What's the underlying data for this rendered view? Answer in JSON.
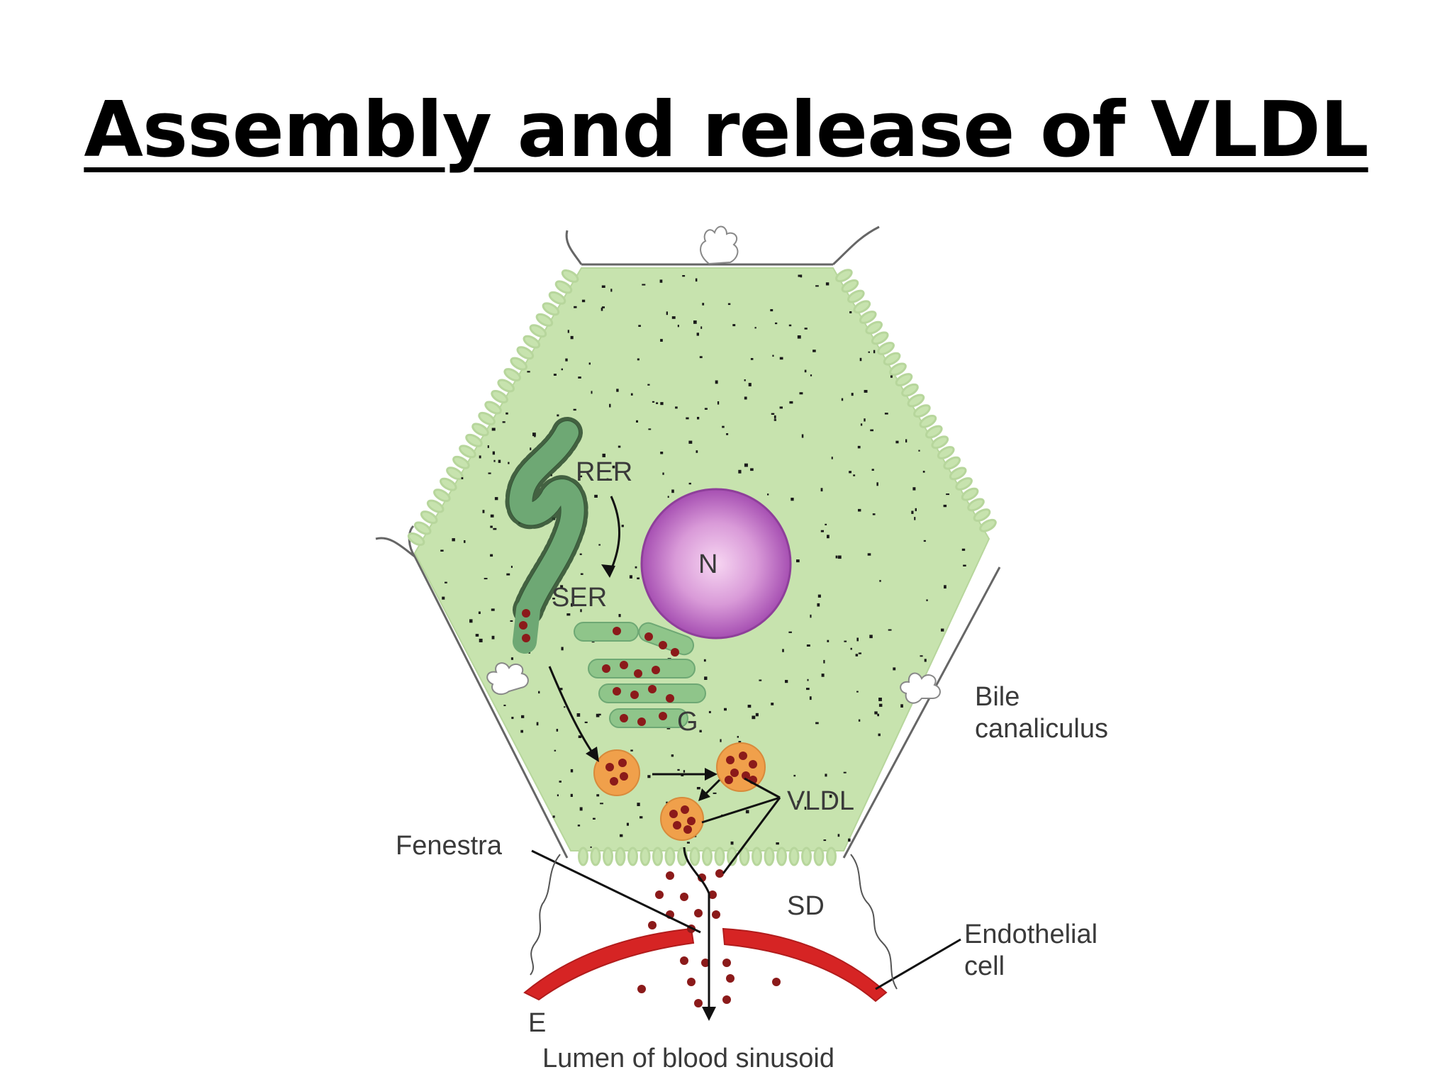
{
  "title": "Assembly and release of VLDL",
  "labels": {
    "rer": "RER",
    "ser": "SER",
    "nucleus": "N",
    "golgi": "G",
    "vldl": "VLDL",
    "bile_1": "Bile",
    "bile_2": "canaliculus",
    "fenestra": "Fenestra",
    "sd": "SD",
    "endothelial_1": "Endothelial",
    "endothelial_2": "cell",
    "e": "E",
    "lumen": "Lumen of blood sinusoid"
  },
  "colors": {
    "cytoplasm": "#c7e3ae",
    "er": "#6ea874",
    "nucleus": "#b75ec0",
    "vesicle": "#f0a04b",
    "particle": "#8b1a1a",
    "endothelium": "#d62424"
  }
}
